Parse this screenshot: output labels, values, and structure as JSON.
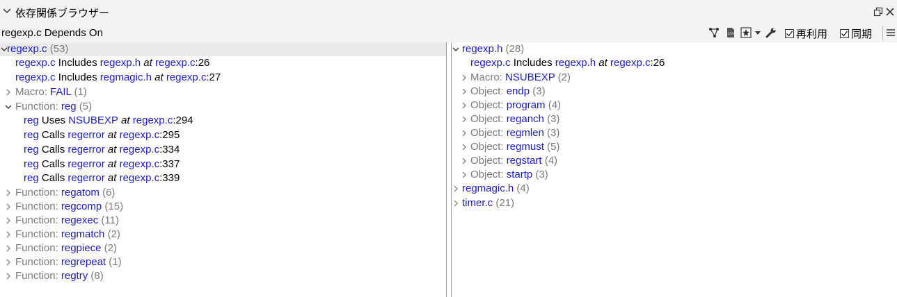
{
  "window": {
    "title": "依存関係ブラウザー"
  },
  "toolbar": {
    "heading": "regexp.c Depends On",
    "reuse_label": "再利用",
    "sync_label": "同期"
  },
  "left": {
    "root": {
      "name": "regexp.c",
      "count": "(53)"
    },
    "inc1": {
      "src": "regexp.c",
      "verb": " Includes ",
      "target": "regexp.h",
      "at": " at ",
      "file": "regexp.c",
      "line": ":26"
    },
    "inc2": {
      "src": "regexp.c",
      "verb": " Includes ",
      "target": "regmagic.h",
      "at": " at ",
      "file": "regexp.c",
      "line": ":27"
    },
    "macro": {
      "kind": "Macro: ",
      "name": "FAIL",
      "count": " (1)"
    },
    "reg": {
      "kind": "Function: ",
      "name": "reg",
      "count": " (5)"
    },
    "r1": {
      "src": "reg",
      "verb": " Uses ",
      "target": "NSUBEXP",
      "at": " at ",
      "file": "regexp.c",
      "line": ":294"
    },
    "r2": {
      "src": "reg",
      "verb": " Calls ",
      "target": "regerror",
      "at": " at ",
      "file": "regexp.c",
      "line": ":295"
    },
    "r3": {
      "src": "reg",
      "verb": " Calls ",
      "target": "regerror",
      "at": " at ",
      "file": "regexp.c",
      "line": ":334"
    },
    "r4": {
      "src": "reg",
      "verb": " Calls ",
      "target": "regerror",
      "at": " at ",
      "file": "regexp.c",
      "line": ":337"
    },
    "r5": {
      "src": "reg",
      "verb": " Calls ",
      "target": "regerror",
      "at": " at ",
      "file": "regexp.c",
      "line": ":339"
    },
    "f1": {
      "kind": "Function: ",
      "name": "regatom",
      "count": " (6)"
    },
    "f2": {
      "kind": "Function: ",
      "name": "regcomp",
      "count": " (15)"
    },
    "f3": {
      "kind": "Function: ",
      "name": "regexec",
      "count": " (11)"
    },
    "f4": {
      "kind": "Function: ",
      "name": "regmatch",
      "count": " (2)"
    },
    "f5": {
      "kind": "Function: ",
      "name": "regpiece",
      "count": " (2)"
    },
    "f6": {
      "kind": "Function: ",
      "name": "regrepeat",
      "count": " (1)"
    },
    "f7": {
      "kind": "Function: ",
      "name": "regtry",
      "count": " (8)"
    }
  },
  "right": {
    "root": {
      "name": "regexp.h",
      "count": " (28)"
    },
    "inc": {
      "src": "regexp.c",
      "verb": " Includes ",
      "target": "regexp.h",
      "at": " at ",
      "file": "regexp.c",
      "line": ":26"
    },
    "m1": {
      "kind": "Macro: ",
      "name": "NSUBEXP",
      "count": " (2)"
    },
    "o1": {
      "kind": "Object: ",
      "name": "endp",
      "count": " (3)"
    },
    "o2": {
      "kind": "Object: ",
      "name": "program",
      "count": " (4)"
    },
    "o3": {
      "kind": "Object: ",
      "name": "reganch",
      "count": " (3)"
    },
    "o4": {
      "kind": "Object: ",
      "name": "regmlen",
      "count": " (3)"
    },
    "o5": {
      "kind": "Object: ",
      "name": "regmust",
      "count": " (5)"
    },
    "o6": {
      "kind": "Object: ",
      "name": "regstart",
      "count": " (4)"
    },
    "o7": {
      "kind": "Object: ",
      "name": "startp",
      "count": " (3)"
    },
    "n2": {
      "name": "regmagic.h",
      "count": " (4)"
    },
    "n3": {
      "name": "timer.c",
      "count": " (21)"
    }
  }
}
